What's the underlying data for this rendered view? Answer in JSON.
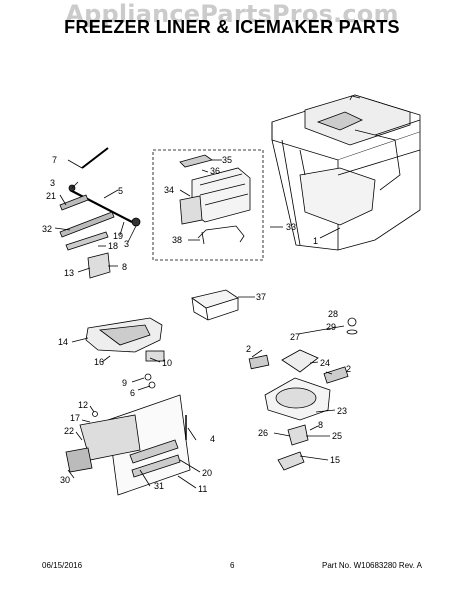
{
  "watermark": "AppliancePartsPros.com",
  "title": "FREEZER LINER & ICEMAKER PARTS",
  "footer": {
    "date": "06/15/2016",
    "page": "6",
    "part_rev": "Part No. W10683280  Rev. A"
  },
  "callouts": {
    "c7": "7",
    "c3a": "3",
    "c5": "5",
    "c21": "21",
    "c32": "32",
    "c19": "19",
    "c3b": "3",
    "c18": "18",
    "c13": "13",
    "c8a": "8",
    "c34": "34",
    "c35": "35",
    "c36": "36",
    "c33": "33",
    "c38": "38",
    "c1": "1",
    "c37": "37",
    "c28": "28",
    "c29": "29",
    "c27": "27",
    "c14": "14",
    "c16": "16",
    "c10": "10",
    "c9": "9",
    "c6": "6",
    "c2a": "2",
    "c24": "24",
    "c2b": "2",
    "c23": "23",
    "c8b": "8",
    "c26": "26",
    "c25": "25",
    "c15": "15",
    "c12": "12",
    "c17": "17",
    "c22": "22",
    "c4": "4",
    "c30": "30",
    "c20": "20",
    "c31": "31",
    "c11": "11"
  }
}
